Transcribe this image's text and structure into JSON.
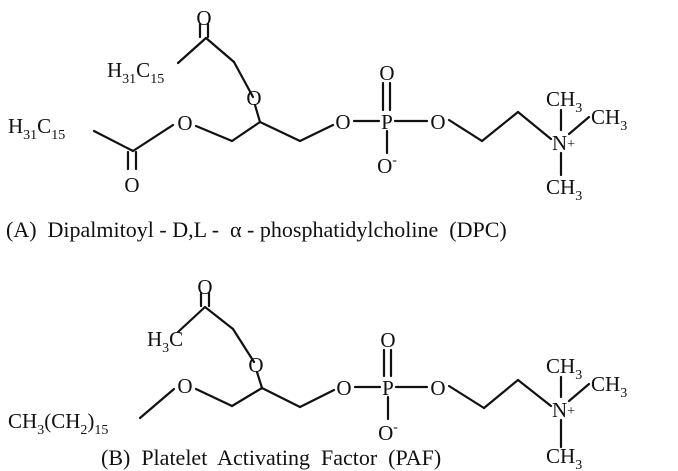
{
  "atoms": {
    "o": "O",
    "p": "P",
    "n": "N",
    "plus": "+",
    "minus": "-",
    "h": "H",
    "c": "C",
    "ch": "CH",
    "three": "3",
    "thirtyone": "31",
    "fifteen": "15",
    "two": "2"
  },
  "captions": {
    "a": "(A)  Dipalmitoyl - D,L -  α - phosphatidylcholine  (DPC)",
    "b": "(B)  Platelet  Activating  Factor  (PAF)"
  }
}
